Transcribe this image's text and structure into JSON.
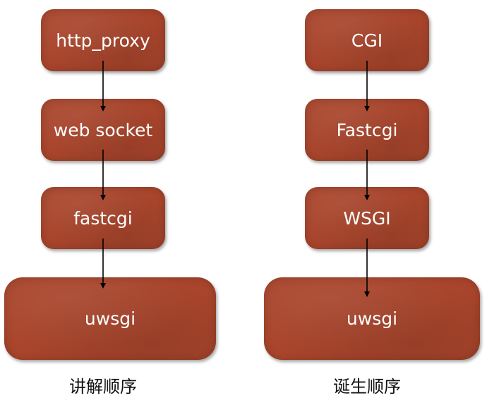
{
  "left_column": {
    "nodes": [
      "http_proxy",
      "web socket",
      "fastcgi",
      "uwsgi"
    ],
    "caption": "讲解顺序"
  },
  "right_column": {
    "nodes": [
      "CGI",
      "Fastcgi",
      "WSGI",
      "uwsgi"
    ],
    "caption": "诞生顺序"
  }
}
